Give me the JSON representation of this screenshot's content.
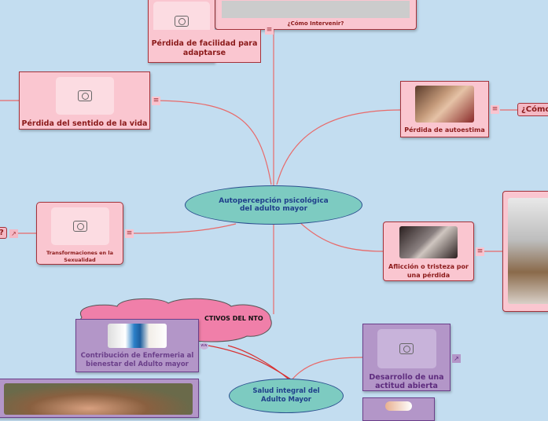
{
  "central": {
    "label": "Autopercepción psicológica del adulto mayor"
  },
  "nodes": {
    "top_right": {
      "label": "¿Cómo Intervenir?"
    },
    "adapt": {
      "label": "Pérdida de facilidad para adaptarse"
    },
    "sentido": {
      "label": "Pérdida del sentido de la vida"
    },
    "autoestima": {
      "label": "Pérdida de autoestima"
    },
    "como": {
      "label": "¿Cómo"
    },
    "sexualidad": {
      "label": "Transformaciones en la Sexualidad"
    },
    "q": {
      "label": "?"
    },
    "afliccion": {
      "label": "Aflicción o tristeza por una pérdida"
    },
    "cloud": {
      "label": "CTIVOS DEL NTO"
    },
    "enfermeria": {
      "label": "Contribución de Enfermeria al bienestar del Adulto mayor"
    },
    "salud": {
      "label": "Salud integral del Adulto Mayor"
    },
    "actitud": {
      "label": "Desarrollo de una actitud abierta"
    }
  },
  "colors": {
    "background": "#c3ddf0",
    "pink_node": "#fac6d0",
    "purple_node": "#b396c8",
    "ellipse": "#7dcbc1",
    "line": "#e35b5b"
  }
}
